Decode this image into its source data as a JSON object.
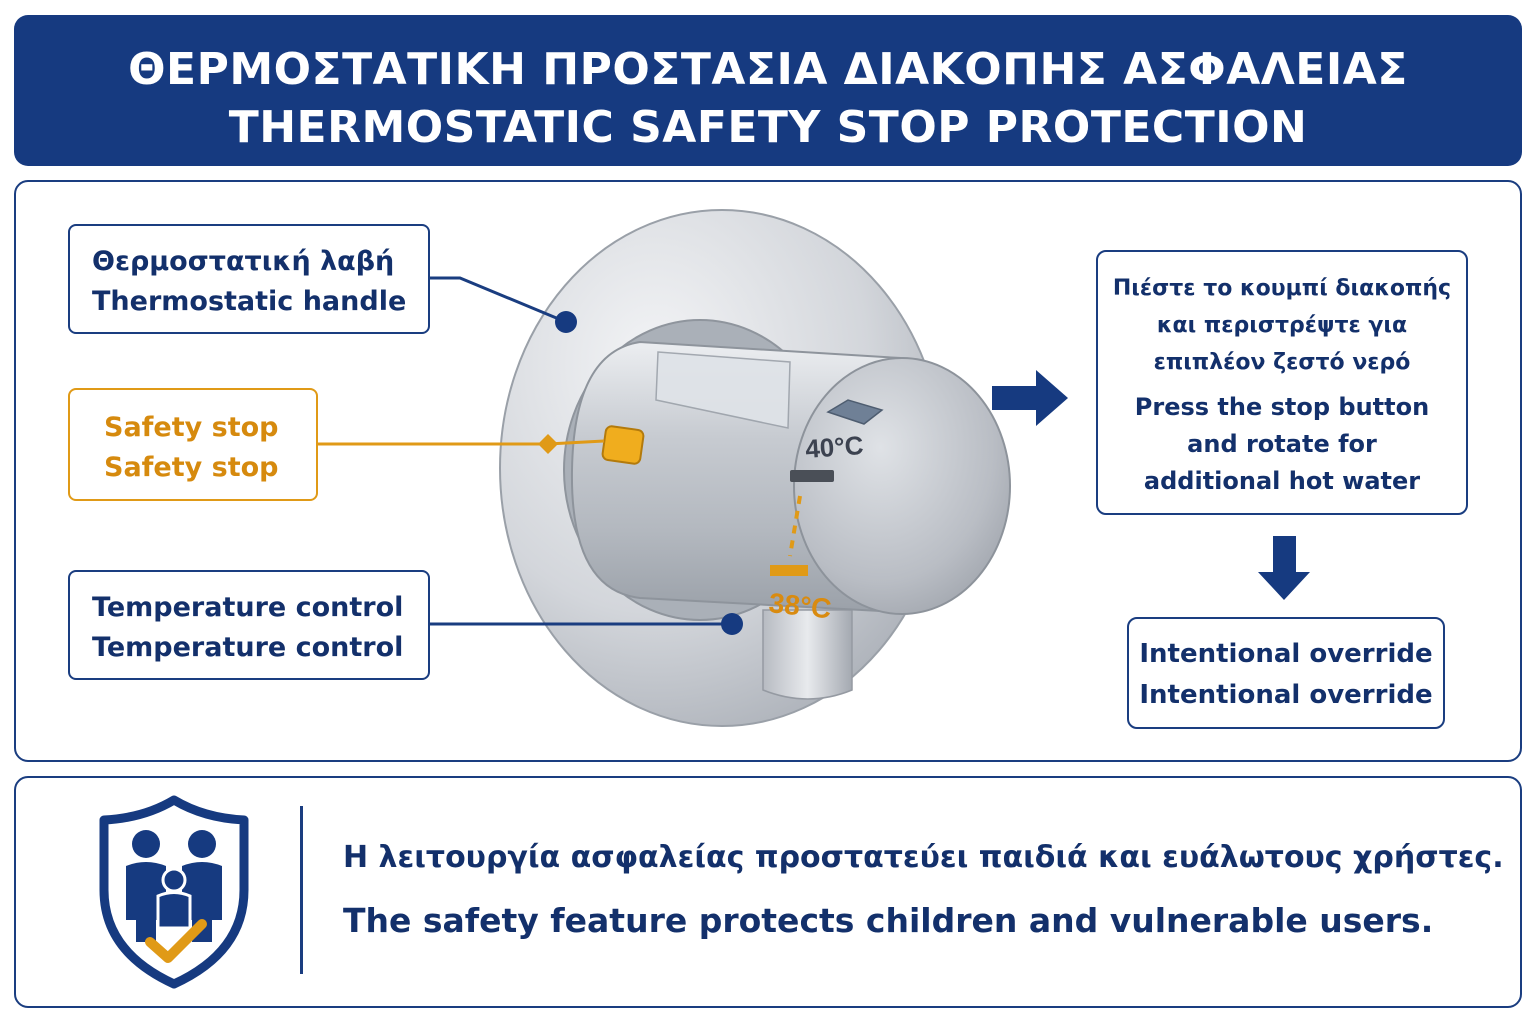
{
  "header": {
    "title_greek": "ΘΕΡΜΟΣΤΑΤΙΚΗ ΠΡΟΣΤΑΣΙΑ ΔΙΑΚΟΠΗΣ ΑΣΦΑΛΕΙΑΣ",
    "title_english": "THERMOSTATIC SAFETY STOP PROTECTION"
  },
  "callouts": {
    "handle": {
      "line1": "Θερμοστατική λαβή",
      "line2": "Thermostatic handle"
    },
    "safety_stop": {
      "line1": "Safety stop",
      "line2": "Safety stop"
    },
    "temperature": {
      "line1": "Temperature control",
      "line2": "Temperature control"
    }
  },
  "dial": {
    "high_temp": "40°C",
    "low_temp": "38°C"
  },
  "instructions": {
    "greek_lines": [
      "Πιέστε το κουμπί διακοπής",
      "και περιστρέψτε για",
      "επιπλέον ζεστό νερό"
    ],
    "english_lines": [
      "Press the stop button",
      "and rotate for",
      "additional hot water"
    ]
  },
  "override": {
    "line1": "Intentional override",
    "line2": "Intentional override"
  },
  "footer": {
    "greek": "Η λειτουργία ασφαλείας προστατεύει παιδιά και ευάλωτους χρήστες.",
    "english": "The safety feature protects children and vulnerable users."
  },
  "icons": [
    "shield-icon",
    "family-icon",
    "checkmark-icon",
    "arrow-right-icon",
    "arrow-down-icon"
  ],
  "colors": {
    "navy": "#163a80",
    "accent_orange": "#e09a17",
    "chrome": "#c4c8cf"
  }
}
